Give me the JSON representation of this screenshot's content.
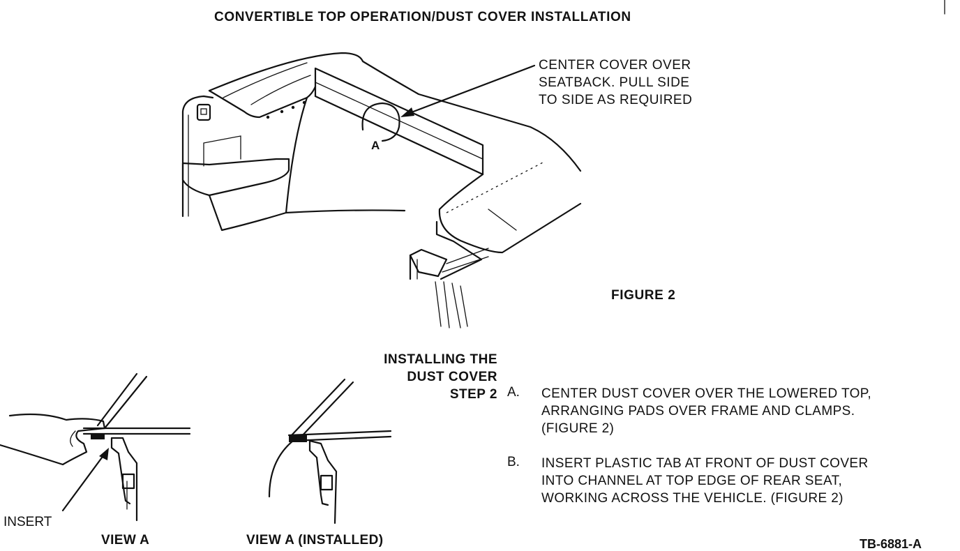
{
  "title": "CONVERTIBLE TOP OPERATION/DUST COVER INSTALLATION",
  "callout": {
    "lines": [
      "CENTER COVER OVER",
      "SEATBACK. PULL SIDE",
      "TO SIDE AS REQUIRED"
    ],
    "detail_label": "A"
  },
  "figure_label": "FIGURE 2",
  "installing": {
    "heading_lines": [
      "INSTALLING THE",
      "DUST COVER",
      "STEP 2"
    ],
    "steps": [
      {
        "letter": "A.",
        "lines": [
          "CENTER DUST COVER OVER THE LOWERED TOP,",
          "ARRANGING PADS OVER FRAME AND CLAMPS.",
          "(FIGURE 2)"
        ]
      },
      {
        "letter": "B.",
        "lines": [
          "INSERT PLASTIC TAB AT FRONT OF DUST COVER",
          "INTO CHANNEL AT TOP EDGE OF REAR SEAT,",
          "WORKING ACROSS THE VEHICLE. (FIGURE 2)"
        ]
      }
    ]
  },
  "detail_views": {
    "insert_label": "INSERT",
    "view_a": "VIEW A",
    "view_a_installed": "VIEW A (INSTALLED)"
  },
  "reference_code": "TB-6881-A"
}
